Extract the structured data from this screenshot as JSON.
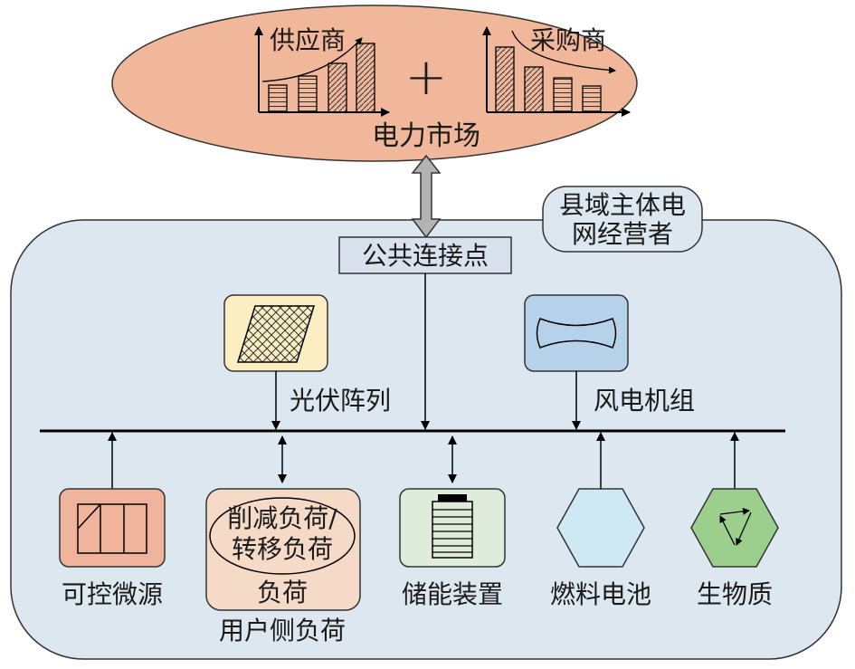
{
  "market": {
    "label": "电力市场",
    "supplier_label": "供应商",
    "buyer_label": "采购商",
    "plus_symbol": "+"
  },
  "operator": {
    "line1": "县域主体电",
    "line2": "网经营者"
  },
  "pcc": {
    "label": "公共连接点"
  },
  "components": {
    "pv": {
      "label": "光伏阵列"
    },
    "wind": {
      "label": "风电机组"
    },
    "micro_source": {
      "label": "可控微源"
    },
    "user_load": {
      "ellipse_line1": "削减负荷/",
      "ellipse_line2": "转移负荷",
      "inner_label": "负荷",
      "label": "用户侧负荷"
    },
    "storage": {
      "label": "储能装置"
    },
    "fuel_cell": {
      "label": "燃料电池"
    },
    "biomass": {
      "label": "生物质"
    }
  },
  "colors": {
    "market_fill": "#f1b79b",
    "region_fill": "#dce7ef",
    "pv_fill": "#fbeec2",
    "wind_fill": "#b6d2ea",
    "micro_fill": "#f0b49c",
    "load_fill": "#f5dac8",
    "storage_fill": "#e0ecdb",
    "fuel_fill": "#cfe9f4",
    "bio_fill": "#9ccf8d",
    "pcc_fill": "#d9e1ee",
    "arrow_fill": "#b3b3b3"
  }
}
